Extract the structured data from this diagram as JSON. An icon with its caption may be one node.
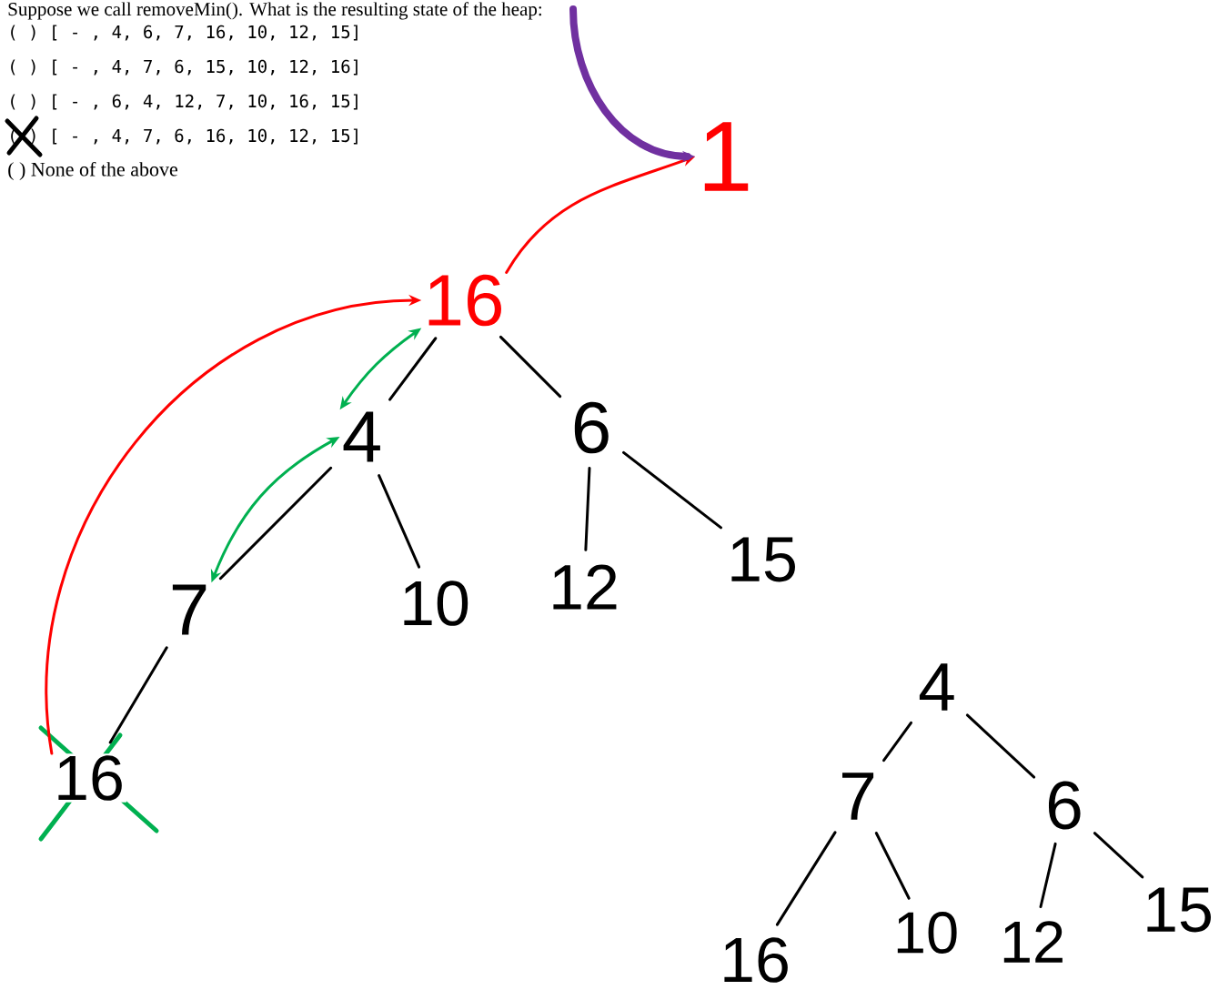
{
  "diagram": {
    "nodes": [
      {
        "text": [
          "1"
        ]
      },
      {
        "text": [
          "16"
        ]
      },
      {
        "text": [
          "4"
        ]
      },
      {
        "text": [
          "6"
        ]
      },
      {
        "text": [
          "7"
        ]
      },
      {
        "text": [
          "10"
        ]
      },
      {
        "text": [
          "12"
        ]
      },
      {
        "text": [
          "15"
        ]
      },
      {
        "text": [
          "16"
        ]
      },
      {
        "text": [
          "4"
        ]
      },
      {
        "text": [
          "7"
        ]
      },
      {
        "text": [
          "6"
        ]
      },
      {
        "text": [
          "16"
        ]
      },
      {
        "text": [
          "10"
        ]
      },
      {
        "text": [
          "12"
        ]
      },
      {
        "text": [
          "15"
        ]
      }
    ],
    "edges": [
      {
        "from": 1,
        "to": 2,
        "arrow": "none"
      },
      {
        "from": 1,
        "to": 3,
        "arrow": "none"
      },
      {
        "from": 2,
        "to": 4,
        "arrow": "none"
      },
      {
        "from": 2,
        "to": 5,
        "arrow": "none"
      },
      {
        "from": 3,
        "to": 6,
        "arrow": "none"
      },
      {
        "from": 3,
        "to": 7,
        "arrow": "none"
      },
      {
        "from": 4,
        "to": 8,
        "arrow": "none"
      },
      {
        "from": 8,
        "to": 1,
        "arrow": "to",
        "color": "#ff0000"
      },
      {
        "from": 1,
        "to": 0,
        "arrow": "to",
        "color": "#ff0000"
      },
      {
        "from": null,
        "to": 0,
        "arrow": "to",
        "style": "thick",
        "color": "#7030a0"
      },
      {
        "from": 2,
        "to": 1,
        "arrow": "both",
        "color": "#00b050"
      },
      {
        "from": 4,
        "to": 2,
        "arrow": "both",
        "color": "#00b050"
      },
      {
        "from": 9,
        "to": 10,
        "arrow": "none"
      },
      {
        "from": 9,
        "to": 11,
        "arrow": "none"
      },
      {
        "from": 10,
        "to": 12,
        "arrow": "none"
      },
      {
        "from": 10,
        "to": 13,
        "arrow": "none"
      },
      {
        "from": 11,
        "to": 14,
        "arrow": "none"
      },
      {
        "from": 11,
        "to": 15,
        "arrow": "none"
      }
    ],
    "labels": [
      "Suppose we call removeMin(). What is the resulting state of the heap:",
      "( ) [ - , 4, 6, 7, 16, 10, 12, 15]",
      "( ) [ - , 4, 7, 6, 15, 10, 12, 16]",
      "( ) [ - , 6, 4, 12, 7, 10, 16, 15]",
      "( ) [ - , 4, 7, 6, 16, 10, 12, 15]",
      "( ) None of the above"
    ]
  }
}
